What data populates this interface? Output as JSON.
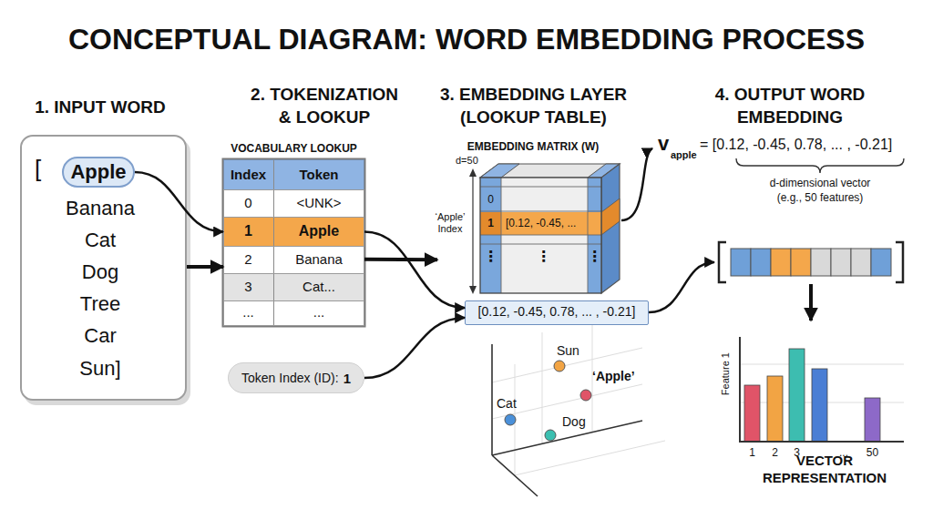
{
  "diagram": {
    "title": "CONCEPTUAL DIAGRAM: WORD EMBEDDING PROCESS",
    "nodes": [
      {
        "text": [
          "[",
          "Banana",
          "Cat",
          "Dog",
          "Tree",
          "Car",
          "Sun]"
        ]
      },
      {
        "text": [
          "Apple"
        ],
        "in": 0
      },
      {
        "text": [
          "VOCABULARY LOOKUP"
        ]
      },
      {
        "text": [
          "Index",
          "Token"
        ],
        "in": 2
      },
      {
        "text": [
          "0",
          "<UNK>"
        ],
        "in": 2
      },
      {
        "text": [
          "1",
          "Apple"
        ],
        "in": 2
      },
      {
        "text": [
          "2",
          "Banana"
        ],
        "in": 2
      },
      {
        "text": [
          "3",
          "Cat..."
        ],
        "in": 2
      },
      {
        "text": [
          "...",
          "..."
        ],
        "in": 2
      },
      {
        "text": [
          "Token Index (ID):",
          "1"
        ]
      },
      {
        "text": [
          "EMBEDDING MATRIX (W)",
          "d=50",
          "‘Apple’ Index",
          "0",
          "1",
          "[0.12, -0.45, ...",
          "⋮",
          "⋮",
          "⋮"
        ]
      },
      {
        "text": [
          "[0.12, -0.45, 0.78, ... , -0.21]"
        ]
      }
    ],
    "edges": [
      {
        "from": 0,
        "to": 2,
        "arrow": "to"
      },
      {
        "from": 1,
        "to": 5,
        "arrow": "to"
      },
      {
        "from": 2,
        "to": 10,
        "arrow": "to"
      },
      {
        "from": 5,
        "to": 11,
        "arrow": "to"
      },
      {
        "from": 9,
        "to": 11,
        "arrow": "to"
      }
    ],
    "labels": [
      "1. INPUT WORD",
      "2. TOKENIZATION & LOOKUP",
      "3. EMBEDDING LAYER (LOOKUP TABLE)",
      "4. OUTPUT WORD EMBEDDING",
      "v",
      "apple",
      "= [0.12, -0.45, 0.78, ... , -0.21]",
      "d-dimensional vector",
      "(e.g., 50 features)",
      "Sun",
      "‘Apple’",
      "Cat",
      "Dog",
      "Feature 1",
      "1",
      "2",
      "3",
      "...",
      "50",
      "VECTOR REPRESENTATION"
    ]
  }
}
